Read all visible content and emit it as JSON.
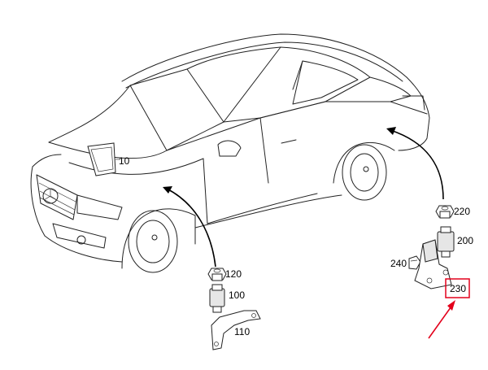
{
  "callouts": {
    "c10": "10",
    "c100": "100",
    "c110": "110",
    "c120": "120",
    "c200": "200",
    "c220": "220",
    "c230": "230",
    "c240": "240"
  },
  "colors": {
    "highlight": "#e3001b",
    "line": "#222222"
  },
  "highlighted_callout": "230"
}
